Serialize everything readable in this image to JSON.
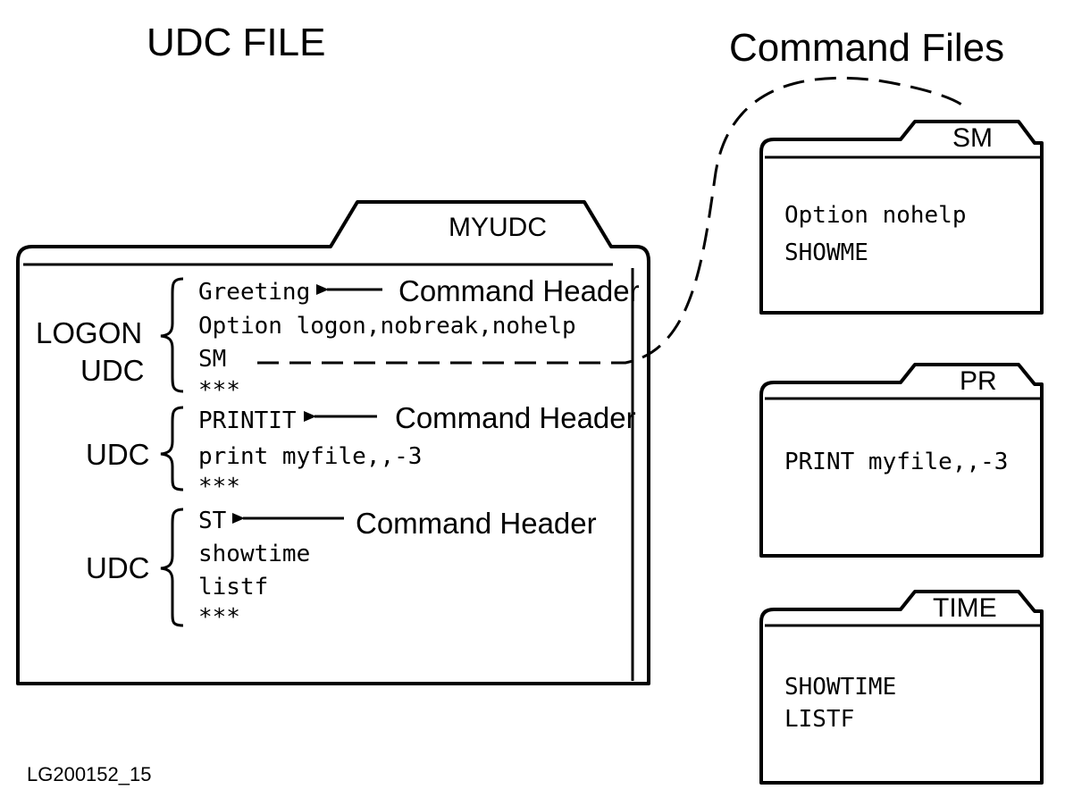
{
  "udc_file": {
    "title": "UDC FILE",
    "folder_tab": "MYUDC",
    "groups": [
      {
        "label_lines": [
          "LOGON",
          "UDC"
        ],
        "lines": [
          "Greeting",
          "Option logon,nobreak,nohelp",
          "SM",
          "***"
        ],
        "header_annotation": "Command Header"
      },
      {
        "label_lines": [
          "UDC"
        ],
        "lines": [
          "PRINTIT",
          "print myfile,,-3",
          "***"
        ],
        "header_annotation": "Command Header"
      },
      {
        "label_lines": [
          "UDC"
        ],
        "lines": [
          "ST",
          "showtime",
          "listf",
          "***"
        ],
        "header_annotation": "Command Header"
      }
    ]
  },
  "command_files": {
    "title": "Command Files",
    "folders": [
      {
        "tab": "SM",
        "lines": [
          "Option nohelp",
          "SHOWME"
        ]
      },
      {
        "tab": "PR",
        "lines": [
          "PRINT myfile,,-3"
        ]
      },
      {
        "tab": "TIME",
        "lines": [
          "SHOWTIME",
          "LISTF"
        ]
      }
    ]
  },
  "figure_id": "LG200152_15"
}
